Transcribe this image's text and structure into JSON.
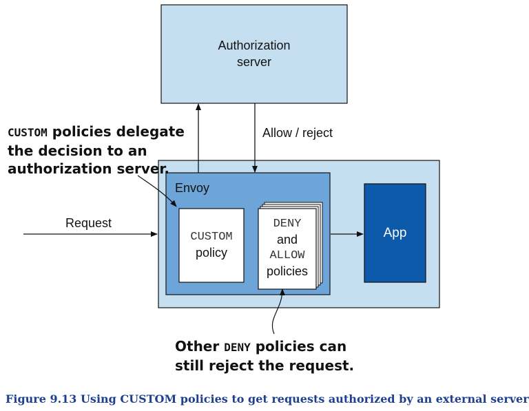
{
  "diagram": {
    "auth_server": {
      "line1": "Authorization",
      "line2": "server"
    },
    "allow_reject_label": "Allow / reject",
    "request_label": "Request",
    "envoy_label": "Envoy",
    "custom_policy": {
      "line1": "CUSTOM",
      "line2": "policy"
    },
    "deny_allow_policies": {
      "line1": "DENY",
      "line2": "and",
      "line3": "ALLOW",
      "line4": "policies"
    },
    "app_label": "App",
    "annotation_custom": {
      "code": "CUSTOM",
      "line1_rest": " policies delegate",
      "line2": "the decision to an",
      "line3": "authorization server."
    },
    "annotation_deny": {
      "line1_prefix": "Other ",
      "code": "DENY",
      "line1_suffix": " policies can",
      "line2": "still reject the request."
    },
    "colors": {
      "light_blue": "#c5dff0",
      "envoy_blue": "#6da5d8",
      "app_blue": "#0d5aab",
      "caption_blue": "#1f3f8f"
    }
  },
  "caption": "Figure 9.13 Using CUSTOM policies to get requests authorized by an external server"
}
